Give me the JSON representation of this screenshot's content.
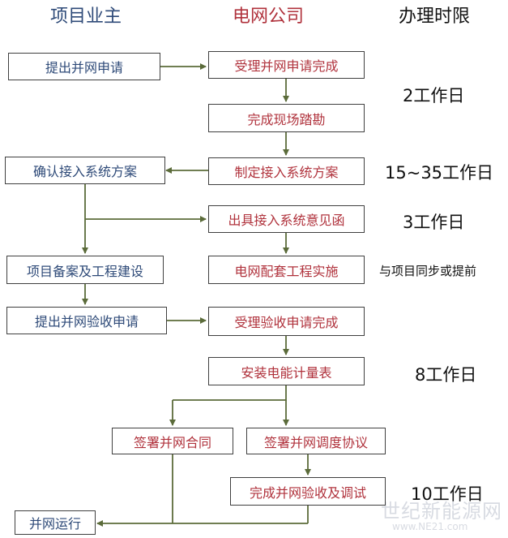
{
  "header": {
    "owner": "项目业主",
    "grid": "电网公司",
    "time": "办理时限"
  },
  "owner_steps": {
    "apply": "提出并网申请",
    "confirm": "确认接入系统方案",
    "filing": "项目备案及工程建设",
    "acceptance_apply": "提出并网验收申请",
    "operation": "并网运行"
  },
  "grid_steps": {
    "accept_apply": "受理并网申请完成",
    "survey": "完成现场踏勘",
    "draft_plan": "制定接入系统方案",
    "opinion_letter": "出具接入系统意见函",
    "supporting_works": "电网配套工程实施",
    "accept_acceptance": "受理验收申请完成",
    "install_meter": "安装电能计量表",
    "sign_contract": "签署并网合同",
    "sign_dispatch": "签署并网调度协议",
    "finish_acceptance": "完成并网验收及调试"
  },
  "durations": {
    "d1": "2工作日",
    "d2": "15~35工作日",
    "d3": "3工作日",
    "d4": "与项目同步或提前",
    "d5": "8工作日",
    "d6": "10工作日"
  },
  "watermark": {
    "main": "世纪新能源网",
    "url": "www.NE21.com"
  },
  "colors": {
    "owner_text": "#2e4a78",
    "grid_text": "#b0323c",
    "connector": "#5b6b3a",
    "box_border": "#3f3f3f"
  }
}
